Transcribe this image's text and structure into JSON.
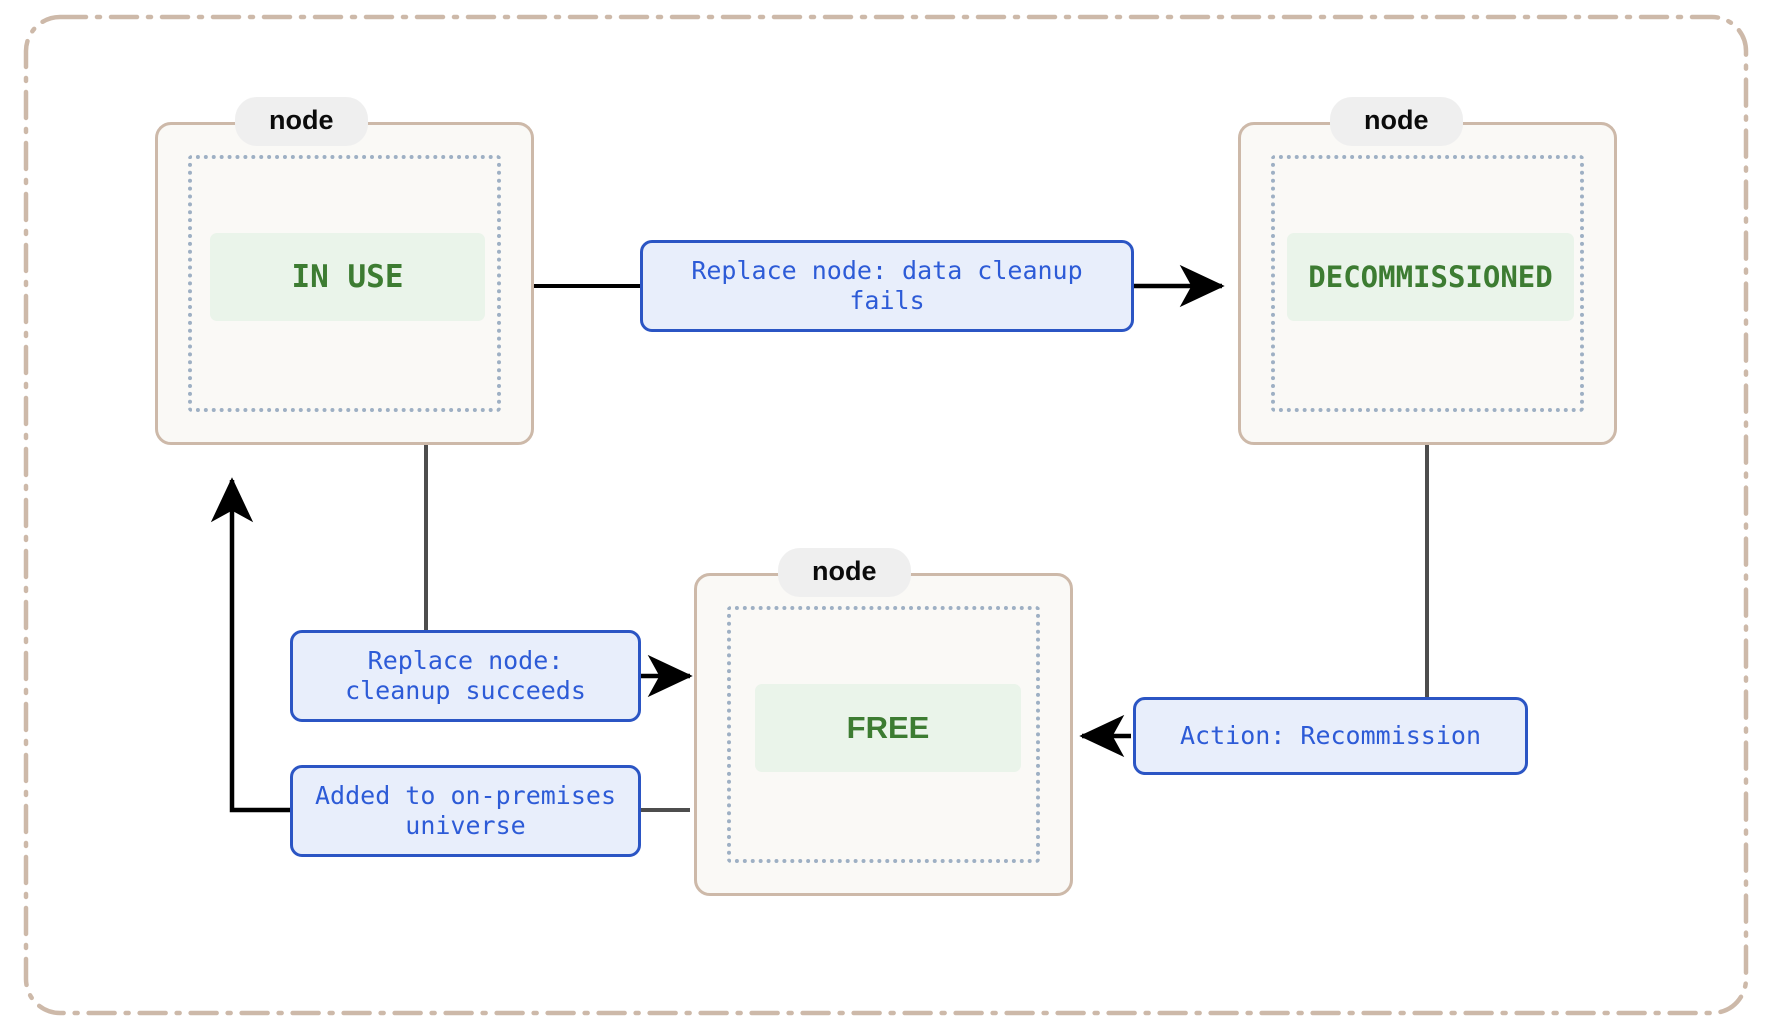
{
  "diagram": {
    "type": "state-machine",
    "title": "",
    "outer_frame": {
      "style": "dash-dot",
      "color": "#cdb9a9"
    },
    "colors": {
      "node_border": "#cdb9a9",
      "node_fill": "#faf9f6",
      "node_inner_dotted": "#9eb0c4",
      "node_tag_bg": "#efefef",
      "state_chip_bg": "#eaf4ea",
      "state_text": "#3d7c32",
      "edge_label_fill": "#e8eefb",
      "edge_label_border": "#2b55c4",
      "edge_label_text": "#2d5bd7",
      "connector_black": "#000000",
      "connector_gray": "#4d4d4d"
    },
    "nodes": [
      {
        "id": "in-use",
        "tag": "node",
        "state": "IN USE",
        "font": "mono"
      },
      {
        "id": "decommissioned",
        "tag": "node",
        "state": "DECOMMISSIONED",
        "font": "mono"
      },
      {
        "id": "free",
        "tag": "node",
        "state": "FREE",
        "font": "sans"
      }
    ],
    "edges": [
      {
        "id": "in-use-to-decommissioned",
        "from": "in-use",
        "to": "decommissioned",
        "label": "Replace node: data cleanup\nfails",
        "arrow": "right"
      },
      {
        "id": "in-use-to-free",
        "from": "in-use",
        "to": "free",
        "label": "Replace node:\ncleanup succeeds",
        "arrow": "right"
      },
      {
        "id": "free-to-in-use",
        "from": "free",
        "to": "in-use",
        "label": "Added to on-premises\nuniverse",
        "arrow": "up"
      },
      {
        "id": "decommissioned-to-free",
        "from": "decommissioned",
        "to": "free",
        "label": "Action: Recommission",
        "arrow": "left"
      }
    ]
  }
}
